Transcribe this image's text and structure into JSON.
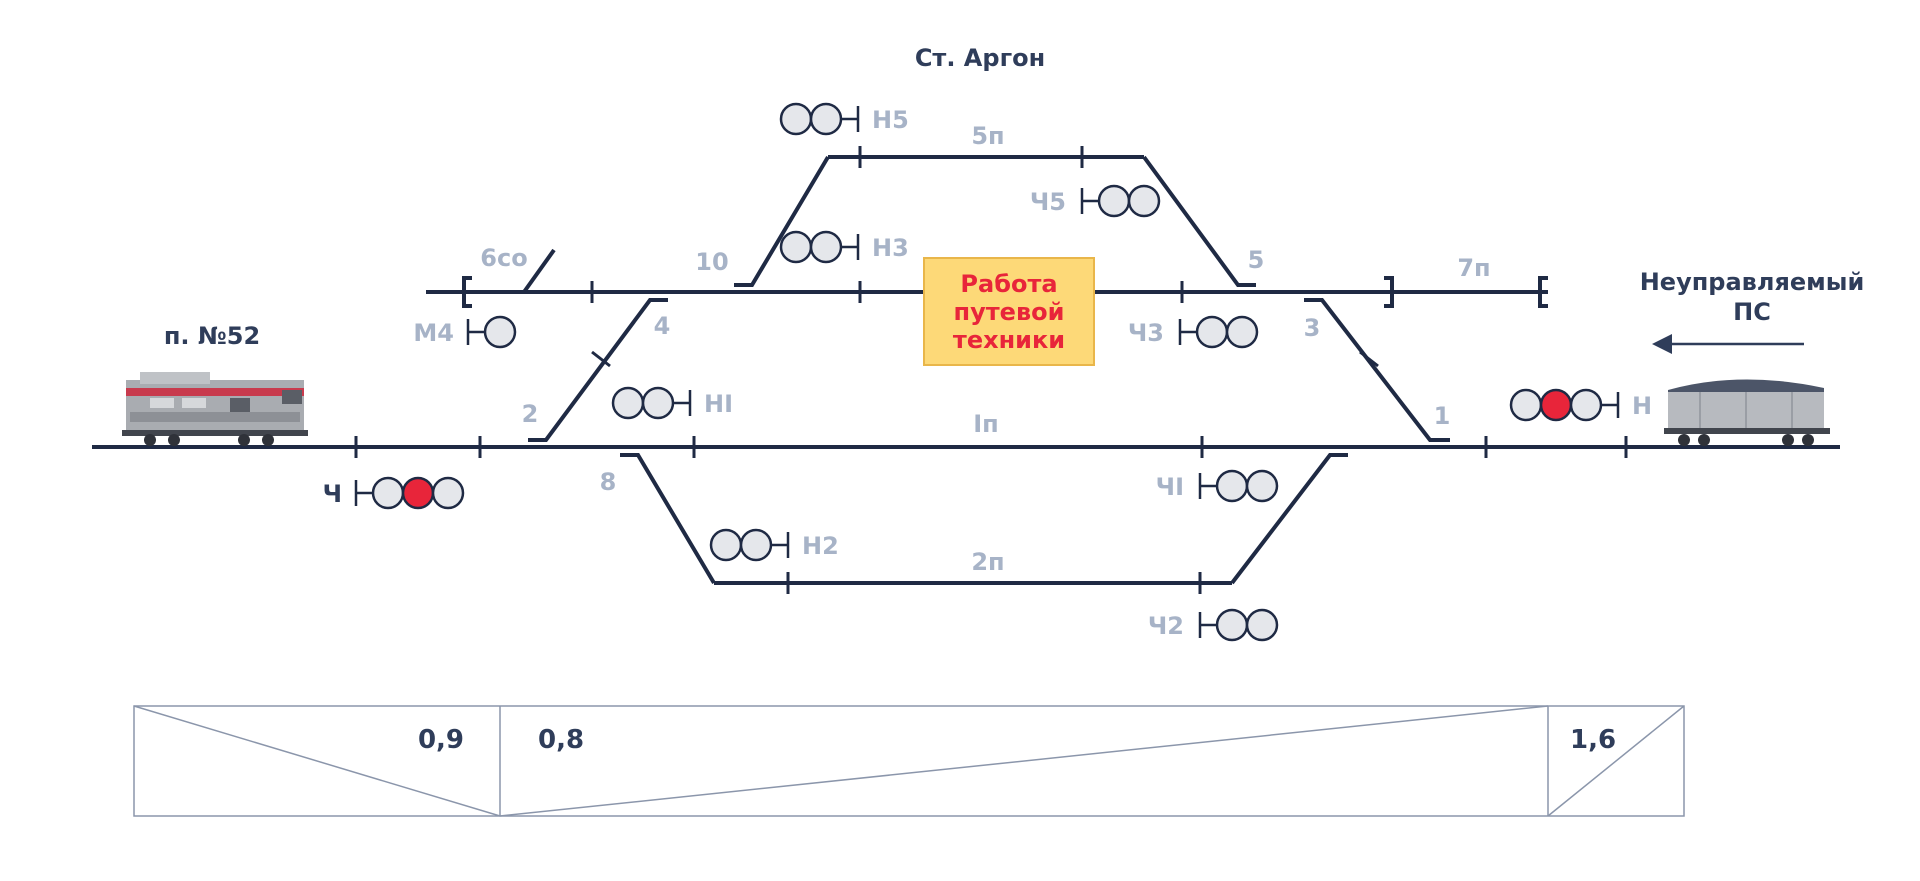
{
  "station": {
    "title": "Ст. Аргон"
  },
  "left_point": {
    "label": "п. №52"
  },
  "right_incoming": {
    "line1": "Неуправляемый",
    "line2": "ПС"
  },
  "work_zone": {
    "line1": "Работа",
    "line2": "путевой",
    "line3": "техники"
  },
  "tracks": {
    "t5": "5п",
    "t1": "Iп",
    "t2": "2п",
    "t7": "7п",
    "t6": "6со"
  },
  "switches": {
    "s1": "1",
    "s2": "2",
    "s3": "3",
    "s4": "4",
    "s5": "5",
    "s8": "8",
    "s10": "10"
  },
  "signals": {
    "H5": "Н5",
    "H3": "Н3",
    "H1": "НI",
    "H2": "Н2",
    "H": "Н",
    "Ch5": "Ч5",
    "Ch3": "Ч3",
    "Ch1": "ЧI",
    "Ch2": "Ч2",
    "Ch": "Ч",
    "M4": "М4"
  },
  "gradients": {
    "g1": "0,9",
    "g2": "0,8",
    "g3": "1,6"
  },
  "colors": {
    "track": "#1f2a44",
    "light_label": "#a7b3c7",
    "lamp_red": "#e8253a",
    "lamp_off": "#e5e7eb",
    "work_fill": "#fdd978",
    "work_text": "#e8253a"
  }
}
